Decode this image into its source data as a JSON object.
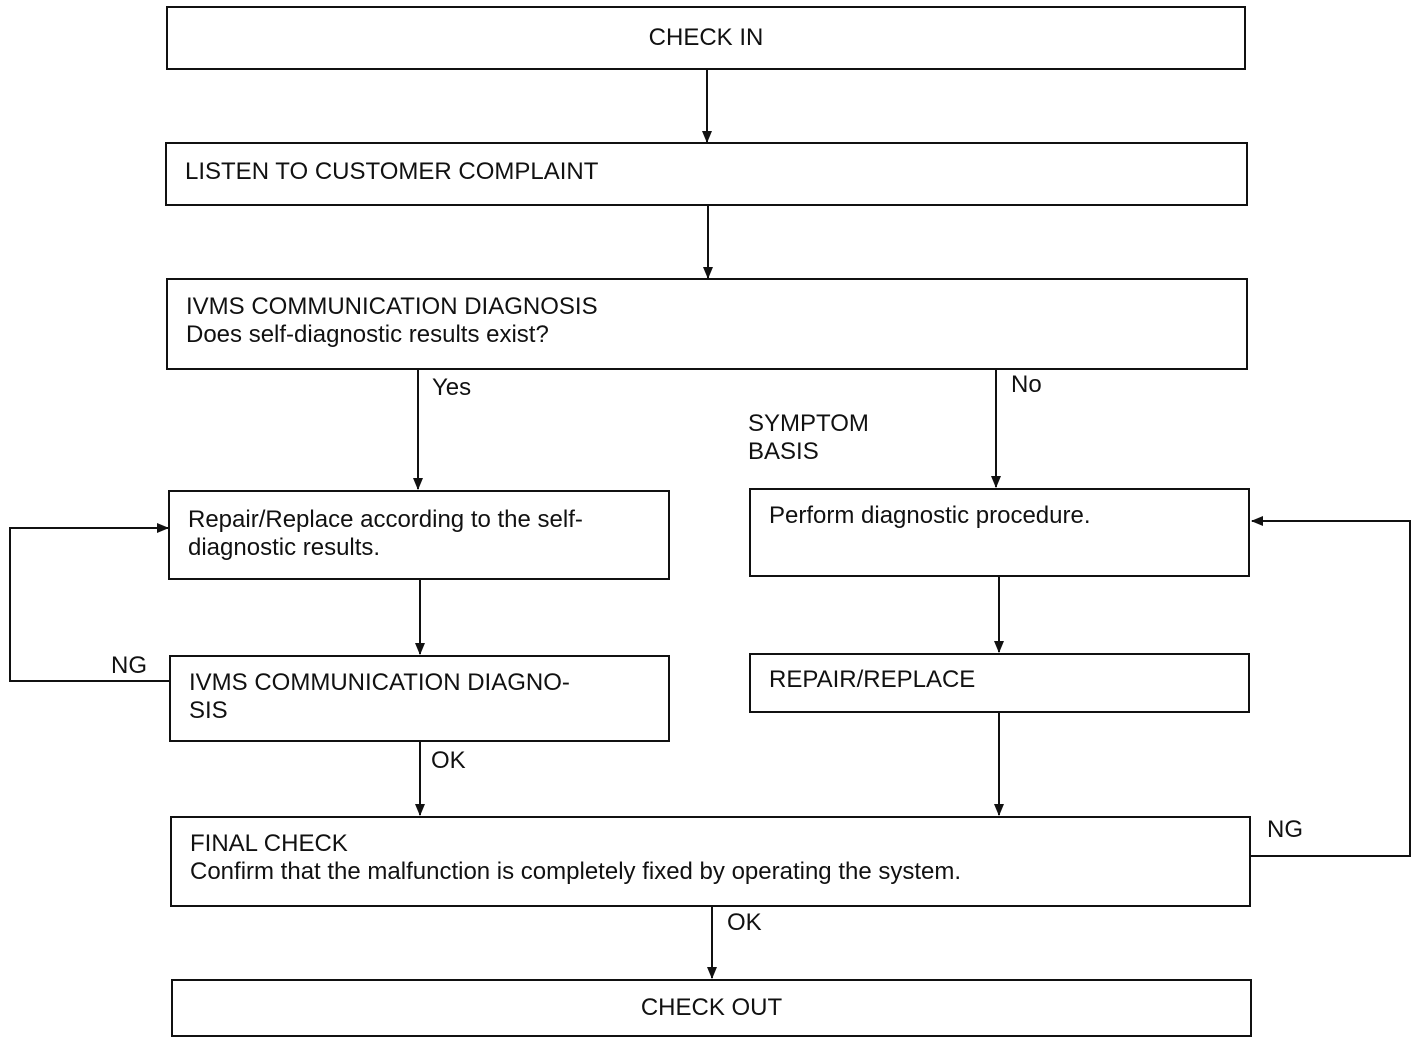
{
  "nodes": {
    "check_in": "CHECK IN",
    "listen": "LISTEN TO CUSTOMER COMPLAINT",
    "ivms_diag": {
      "line1": "IVMS COMMUNICATION DIAGNOSIS",
      "line2": "Does self-diagnostic results exist?"
    },
    "repair_self_diag": {
      "line1": "Repair/Replace according to the self-",
      "line2": "diagnostic results."
    },
    "ivms_diag2": {
      "line1": "IVMS COMMUNICATION DIAGNO-",
      "line2": "SIS"
    },
    "perform_diag": "Perform diagnostic procedure.",
    "repair_replace": "REPAIR/REPLACE",
    "final_check": {
      "line1": "FINAL CHECK",
      "line2": "Confirm that the malfunction is completely fixed by operating the system."
    },
    "check_out": "CHECK OUT"
  },
  "edge_labels": {
    "yes": "Yes",
    "no": "No",
    "symptom_basis_1": "SYMPTOM",
    "symptom_basis_2": "BASIS",
    "ng_left": "NG",
    "ok_left": "OK",
    "ng_right": "NG",
    "ok_bottom": "OK"
  }
}
